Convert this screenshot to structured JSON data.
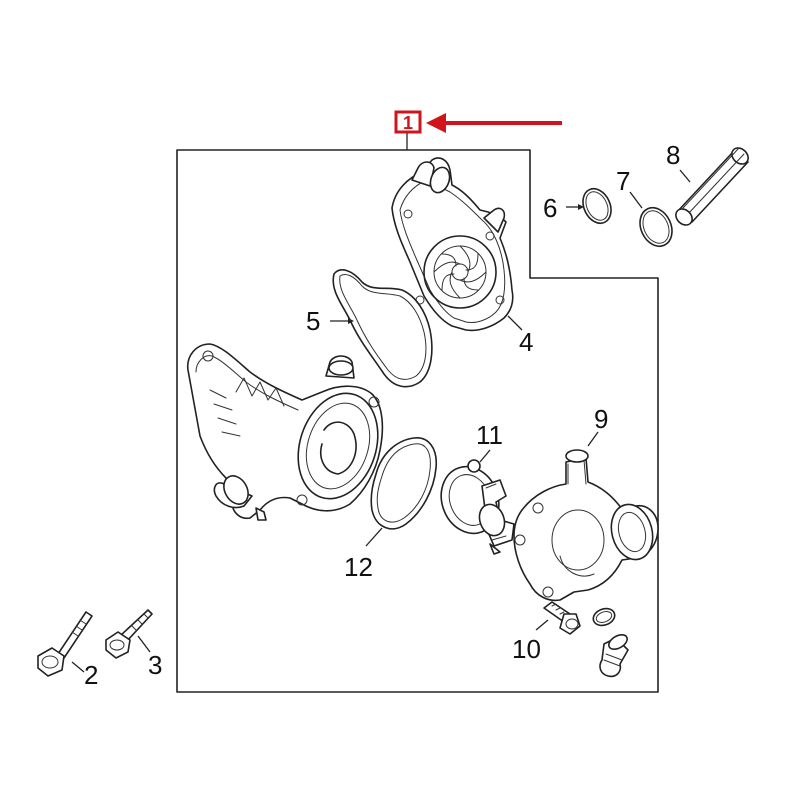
{
  "highlight": {
    "label": "1",
    "color": "#d0141b"
  },
  "callouts": {
    "c1": "1",
    "c2": "2",
    "c3": "3",
    "c4": "4",
    "c5": "5",
    "c6": "6",
    "c7": "7",
    "c8": "8",
    "c9": "9",
    "c10": "10",
    "c11": "11",
    "c12": "12"
  },
  "parts": [
    {
      "callout": "1",
      "name": "water-pump-assembly-frame"
    },
    {
      "callout": "2",
      "name": "bolt"
    },
    {
      "callout": "3",
      "name": "bolt"
    },
    {
      "callout": "4",
      "name": "water-pump-cover"
    },
    {
      "callout": "5",
      "name": "gasket"
    },
    {
      "callout": "6",
      "name": "o-ring"
    },
    {
      "callout": "7",
      "name": "o-ring"
    },
    {
      "callout": "8",
      "name": "drive-shaft"
    },
    {
      "callout": "9",
      "name": "thermostat-housing"
    },
    {
      "callout": "10",
      "name": "bolt"
    },
    {
      "callout": "11",
      "name": "thermostat"
    },
    {
      "callout": "12",
      "name": "gasket"
    }
  ]
}
